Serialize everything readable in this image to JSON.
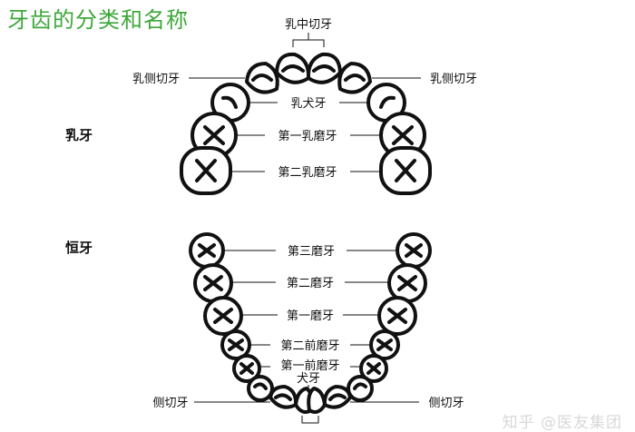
{
  "title": "牙齿的分类和名称",
  "primary": {
    "section_label": "乳牙",
    "labels": {
      "central_incisor": "乳中切牙",
      "lateral_incisor": "乳侧切牙",
      "canine": "乳犬牙",
      "first_molar": "第一乳磨牙",
      "second_molar": "第二乳磨牙"
    }
  },
  "permanent": {
    "section_label": "恒牙",
    "labels": {
      "third_molar": "第三磨牙",
      "second_molar": "第二磨牙",
      "first_molar": "第一磨牙",
      "second_premolar": "第二前磨牙",
      "first_premolar": "第一前磨牙",
      "canine": "犬牙",
      "lateral_incisor": "侧切牙"
    }
  },
  "watermark": "知乎 @医友集团"
}
